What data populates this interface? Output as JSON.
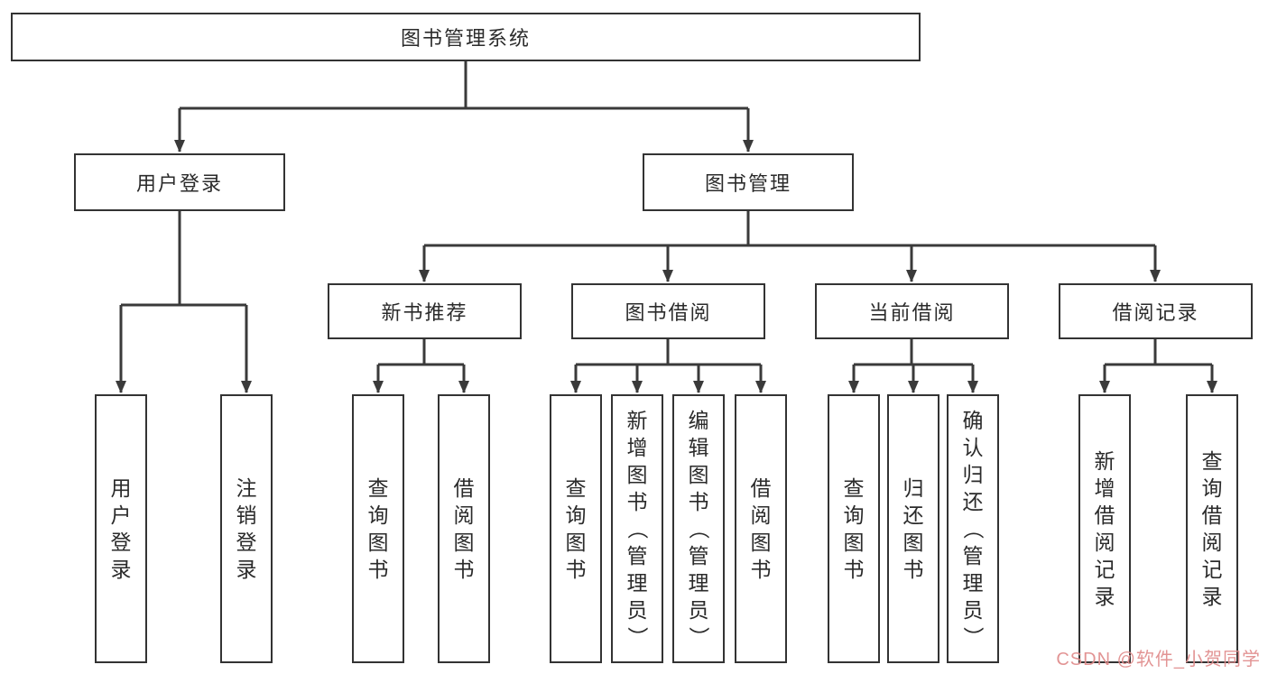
{
  "diagram": {
    "title": "图书管理系统",
    "root": {
      "label": "图书管理系统"
    },
    "branches": [
      {
        "label": "用户登录",
        "children": [
          {
            "label": "用户登录"
          },
          {
            "label": "注销登录"
          }
        ]
      },
      {
        "label": "图书管理",
        "children": [
          {
            "label": "新书推荐",
            "children": [
              {
                "label": "查询图书"
              },
              {
                "label": "借阅图书"
              }
            ]
          },
          {
            "label": "图书借阅",
            "children": [
              {
                "label": "查询图书"
              },
              {
                "label": "新增图书（管理员）"
              },
              {
                "label": "编辑图书（管理员）"
              },
              {
                "label": "借阅图书"
              }
            ]
          },
          {
            "label": "当前借阅",
            "children": [
              {
                "label": "查询图书"
              },
              {
                "label": "归还图书"
              },
              {
                "label": "确认归还（管理员）"
              }
            ]
          },
          {
            "label": "借阅记录",
            "children": [
              {
                "label": "新增借阅记录"
              },
              {
                "label": "查询借阅记录"
              }
            ]
          }
        ]
      }
    ],
    "watermark": "CSDN @软件_小贺同学",
    "colors": {
      "line": "#3a3a3a",
      "box_border": "#333333",
      "text": "#2b2b2b",
      "background": "#ffffff",
      "watermark": "#e08c8c"
    }
  }
}
